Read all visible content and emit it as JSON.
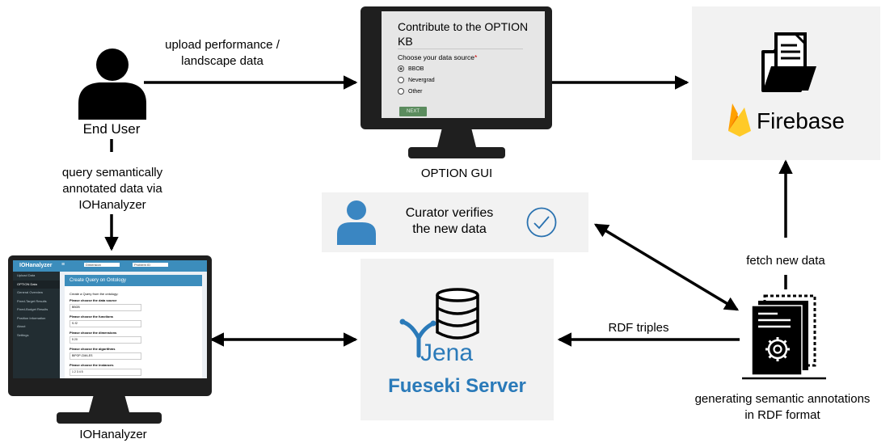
{
  "nodes": {
    "end_user": "End User",
    "option_gui": "OPTION GUI",
    "firebase": "Firebase",
    "curator": "Curator verifies\nthe new data",
    "fuseki_logo": "Jena",
    "fuseki": "Fueseki Server",
    "iohanalyzer": "IOHanalyzer",
    "generator": "generating semantic annotations\nin RDF format"
  },
  "edges": {
    "upload": "upload performance /\nlandscape data",
    "query": "query semantically\nannotated data via\nIOHanalyzer",
    "fetch": "fetch new data",
    "rdf": "RDF triples"
  },
  "option_form": {
    "title": "Contribute to the OPTION\nKB",
    "question": "Choose your data source",
    "required_mark": "*",
    "options": [
      "BBOB",
      "Nevergrad",
      "Other"
    ],
    "selected": "BBOB",
    "next_label": "NEXT"
  },
  "ioh_screen": {
    "brand": "IOHanalyzer",
    "menu_glyph": "≡",
    "top_select_1": "Dimension",
    "top_select_2": "Problem ID",
    "sidebar": [
      "Upload Data",
      "OPTION Data",
      "General Overview",
      "Fixed-Target Results",
      "Fixed-Budget Results",
      "Position Information",
      "About",
      "Settings"
    ],
    "card_title": "Create Query on Ontology",
    "intro": "Create a Query from the ontology:",
    "fields": [
      {
        "label": "Please choose the data source",
        "value": "BBOB"
      },
      {
        "label": "Please choose the functions",
        "value": "f1 f2"
      },
      {
        "label": "Please choose the dimensions",
        "value": "5 20"
      },
      {
        "label": "Please choose the algorithms",
        "value": "BIPOP-CMA-ES"
      },
      {
        "label": "Please choose the instances",
        "value": "1 2 3 4 5"
      }
    ]
  },
  "colors": {
    "curator_blue": "#3a86c2",
    "jena_blue": "#2a7ab9",
    "firebase_orange": "#f5a623",
    "panel_bg": "#f2f2f2",
    "ioh_blue": "#3c8dbc",
    "ioh_dark": "#222d32",
    "next_green": "#5b8c5e"
  }
}
